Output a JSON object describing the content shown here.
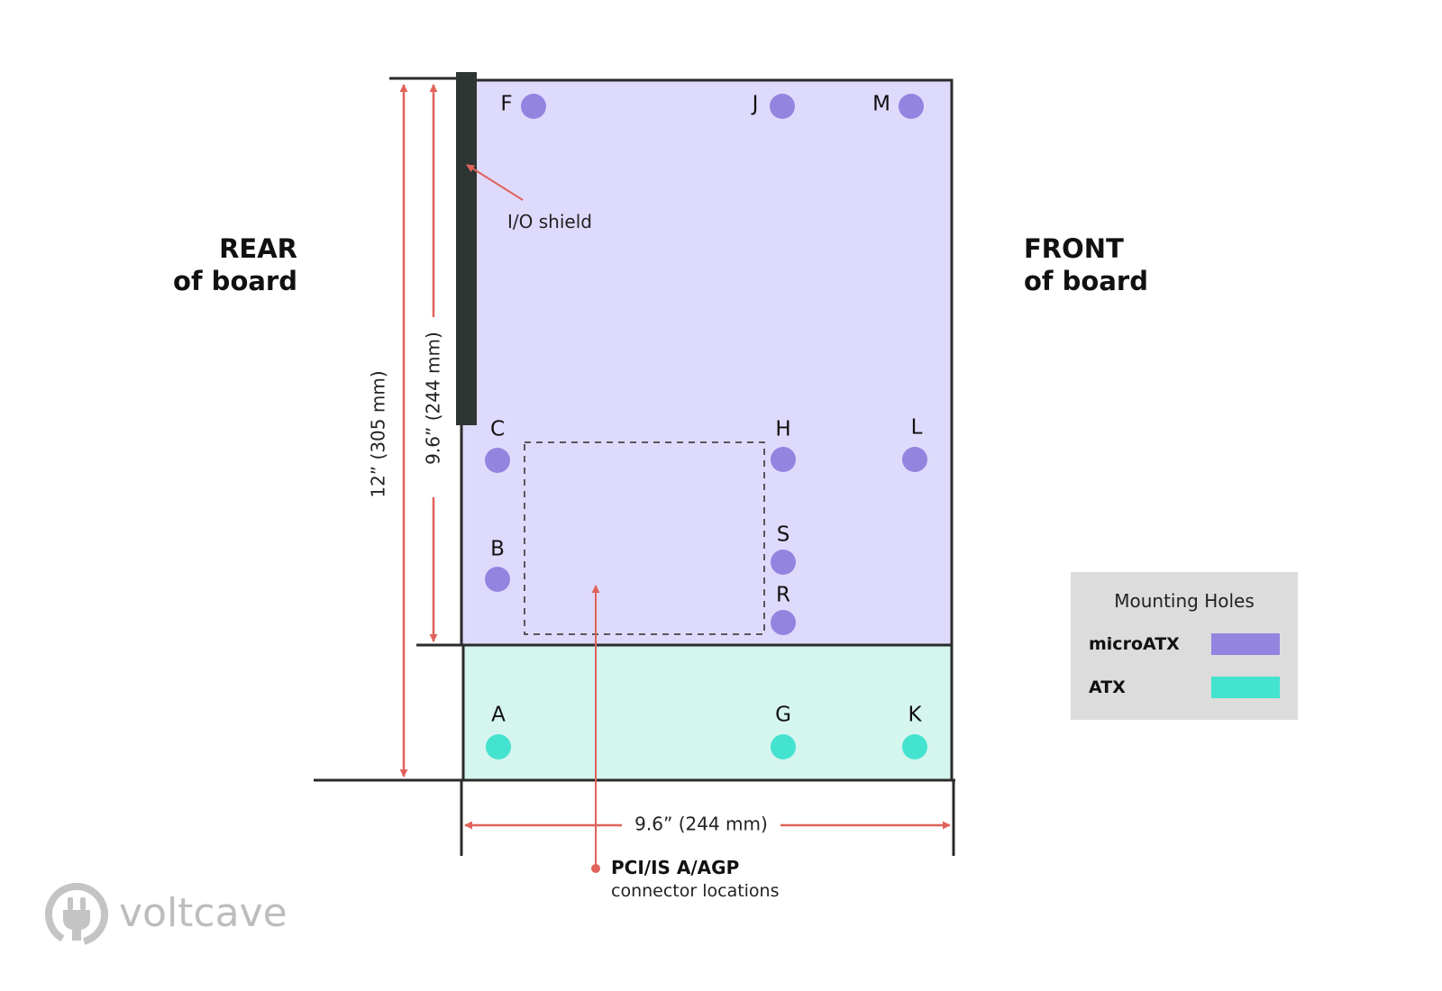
{
  "labels": {
    "rear_line1": "REAR",
    "rear_line2": "of board",
    "front_line1": "FRONT",
    "front_line2": "of board",
    "io_shield": "I/O shield",
    "dim_height_total": "12” (305 mm)",
    "dim_height_micro": "9.6” (244 mm)",
    "dim_width": "9.6” (244 mm)",
    "pci_line1": "PCI/IS A/AGP",
    "pci_line2": "connector locations"
  },
  "holes": [
    {
      "id": "F",
      "type": "microATX"
    },
    {
      "id": "J",
      "type": "microATX"
    },
    {
      "id": "M",
      "type": "microATX"
    },
    {
      "id": "C",
      "type": "microATX"
    },
    {
      "id": "H",
      "type": "microATX"
    },
    {
      "id": "L",
      "type": "microATX"
    },
    {
      "id": "B",
      "type": "microATX"
    },
    {
      "id": "S",
      "type": "microATX"
    },
    {
      "id": "R",
      "type": "microATX"
    },
    {
      "id": "A",
      "type": "ATX"
    },
    {
      "id": "G",
      "type": "ATX"
    },
    {
      "id": "K",
      "type": "ATX"
    }
  ],
  "legend": {
    "title": "Mounting Holes",
    "items": [
      {
        "label": "microATX",
        "color": "#9384e0"
      },
      {
        "label": "ATX",
        "color": "#44e3d0"
      }
    ]
  },
  "colors": {
    "microatx_board": "#dedafc",
    "atx_board": "#d5f5ef",
    "outline": "#2b2b2b",
    "io_shield": "#2e3532",
    "arrow": "#e0625a"
  },
  "logo": {
    "text": "voltcave",
    "icon": "plug-icon"
  }
}
